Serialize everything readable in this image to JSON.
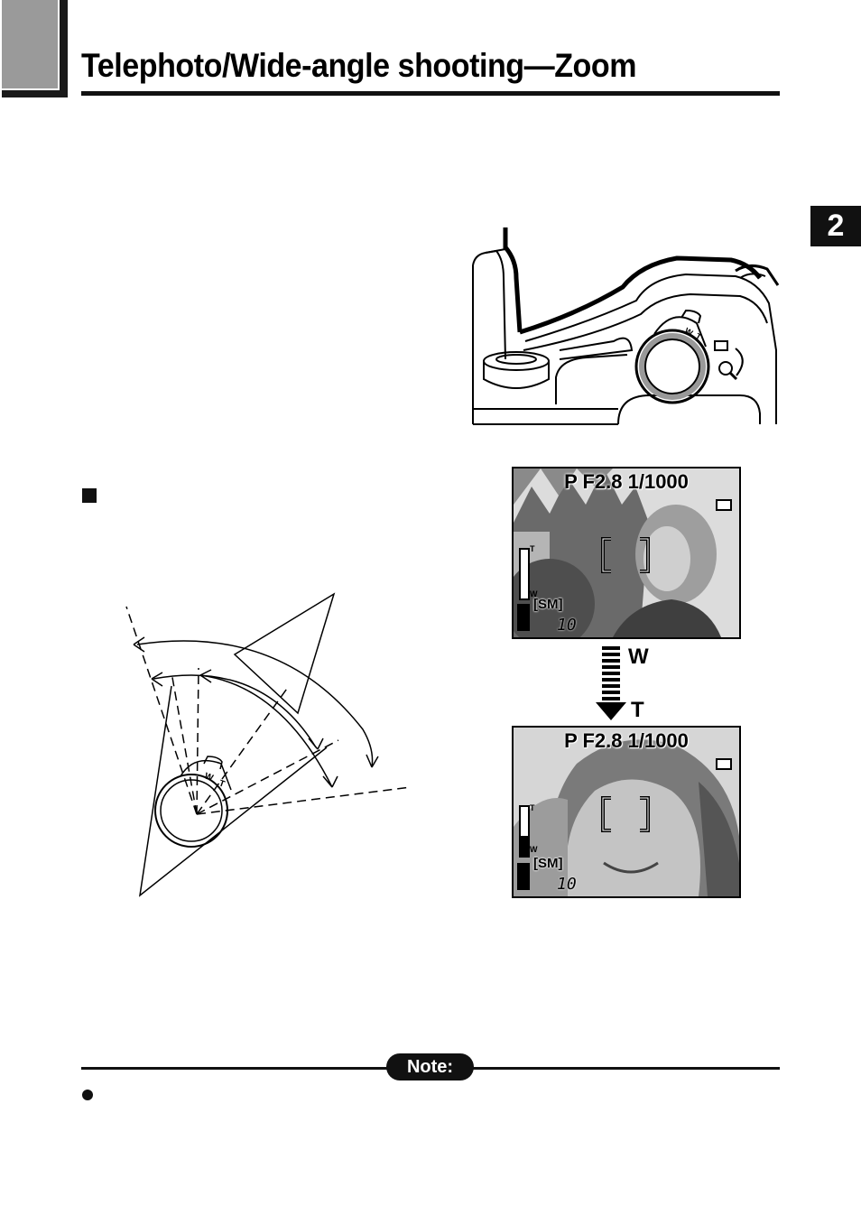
{
  "page": {
    "title": "Telephoto/Wide-angle shooting—Zoom",
    "chapter_number": "2"
  },
  "camera_illustration": {
    "lever_labels": [
      "W",
      "T"
    ]
  },
  "lever_diagram": {
    "lever_labels": [
      "W",
      "T"
    ]
  },
  "lcd_screens": [
    {
      "readout": "P F2.8 1/1000",
      "zoom_top_label": "T",
      "zoom_bottom_label": "W",
      "quality": "[SM]",
      "shots_remaining": "10",
      "zoom_level_fraction": 0.0
    },
    {
      "readout": "P F2.8 1/1000",
      "zoom_top_label": "T",
      "zoom_bottom_label": "W",
      "quality": "[SM]",
      "shots_remaining": "10",
      "zoom_level_fraction": 0.4
    }
  ],
  "zoom_arrow": {
    "from_label": "W",
    "to_label": "T"
  },
  "note": {
    "label": "Note:"
  }
}
